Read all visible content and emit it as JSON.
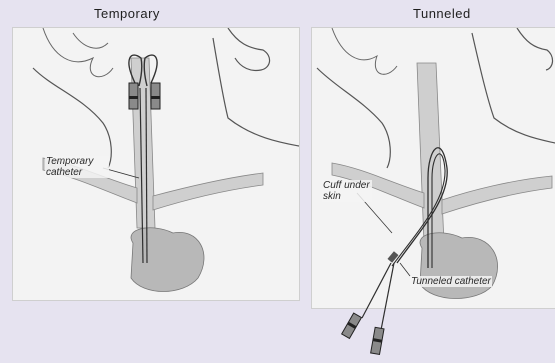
{
  "panels": {
    "left": {
      "title": "Temporary",
      "labels": {
        "catheter": "Temporary catheter"
      }
    },
    "right": {
      "title": "Tunneled",
      "labels": {
        "cuff": "Cuff under skin",
        "catheter": "Tunneled catheter"
      }
    }
  },
  "colors": {
    "background": "#e6e3f0",
    "panel": "#f3f3f3",
    "vessel": "#c9c9c9",
    "line": "#3a3a3a"
  }
}
